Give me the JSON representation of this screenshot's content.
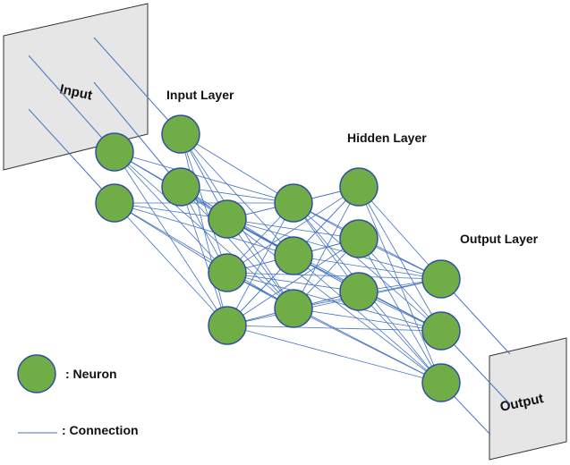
{
  "labels": {
    "input_panel": "Input",
    "output_panel": "Output",
    "input_layer": "Input Layer",
    "hidden_layer": "Hidden Layer",
    "output_layer": "Output Layer"
  },
  "legend": {
    "neuron_label": ": Neuron",
    "connection_label": ": Connection"
  },
  "colors": {
    "neuron_fill": "#70ad47",
    "neuron_stroke": "#2f4f9f",
    "connection": "#4472c4",
    "panel_fill": "#e6e6e6",
    "panel_stroke": "#333333"
  }
}
